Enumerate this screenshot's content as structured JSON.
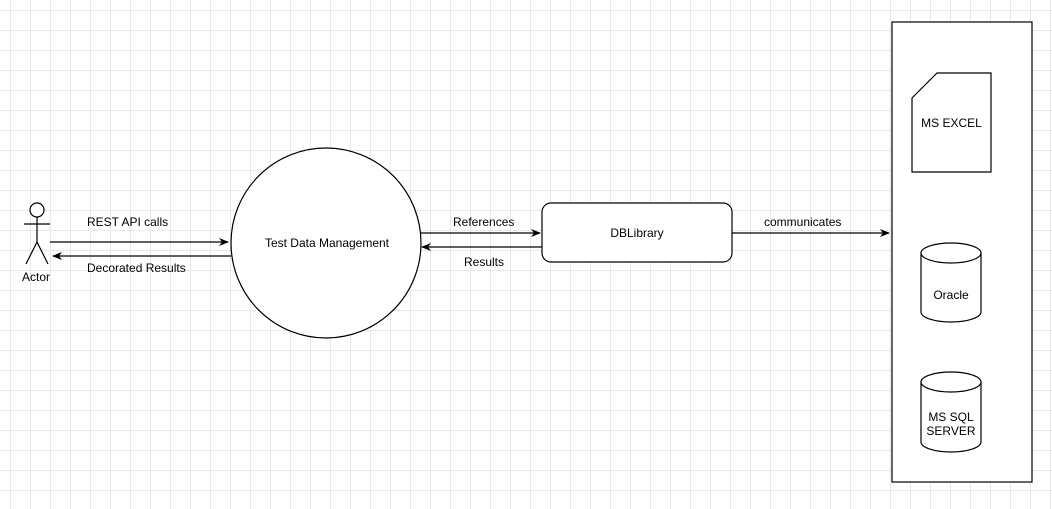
{
  "actor": {
    "label": "Actor"
  },
  "nodes": {
    "tdm": "Test Data Management",
    "dblibrary": "DBLibrary",
    "excel": "MS EXCEL",
    "oracle": "Oracle",
    "mssql_line1": "MS SQL",
    "mssql_line2": "SERVER"
  },
  "edges": {
    "rest_calls": "REST API calls",
    "decorated": "Decorated Results",
    "references": "References",
    "results": "Results",
    "communicates": "communicates"
  },
  "colors": {
    "stroke": "#000000",
    "fill": "#ffffff"
  }
}
